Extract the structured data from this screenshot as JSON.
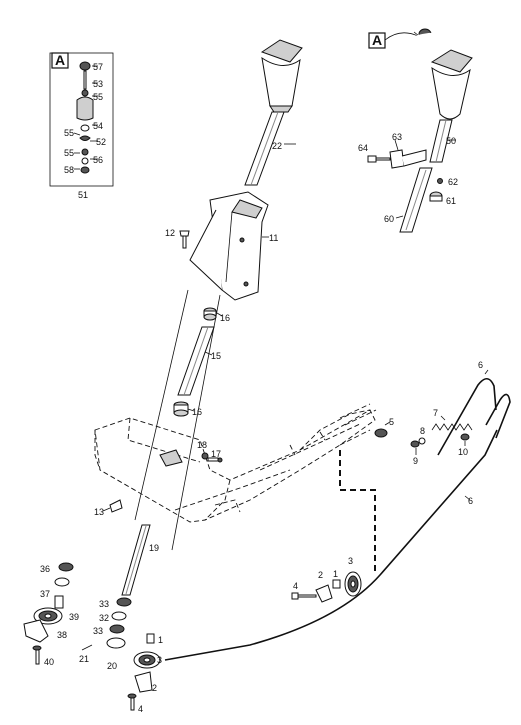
{
  "insets": {
    "left_callout": "A",
    "right_callout": "A",
    "left_assembly_number": "51"
  },
  "labels": {
    "p1": "1",
    "p1b": "1",
    "p2": "2",
    "p2b": "2",
    "p3": "3",
    "p3b": "3",
    "p4": "4",
    "p4b": "4",
    "p5": "5",
    "p6": "6",
    "p6b": "6",
    "p7": "7",
    "p8": "8",
    "p9": "9",
    "p10": "10",
    "p11": "11",
    "p12": "12",
    "p13": "13",
    "p15": "15",
    "p16a": "16",
    "p16b": "16",
    "p17": "17",
    "p18": "18",
    "p19": "19",
    "p20": "20",
    "p21": "21",
    "p22": "22",
    "p32": "32",
    "p33a": "33",
    "p33b": "33",
    "p36": "36",
    "p37": "37",
    "p38": "38",
    "p39": "39",
    "p40": "40",
    "p50": "50",
    "p52": "52",
    "p53": "53",
    "p54": "54",
    "p55a": "55",
    "p55b": "55",
    "p55c": "55",
    "p56": "56",
    "p57": "57",
    "p58": "58",
    "p60": "60",
    "p61": "61",
    "p62": "62",
    "p63": "63",
    "p64": "64"
  }
}
